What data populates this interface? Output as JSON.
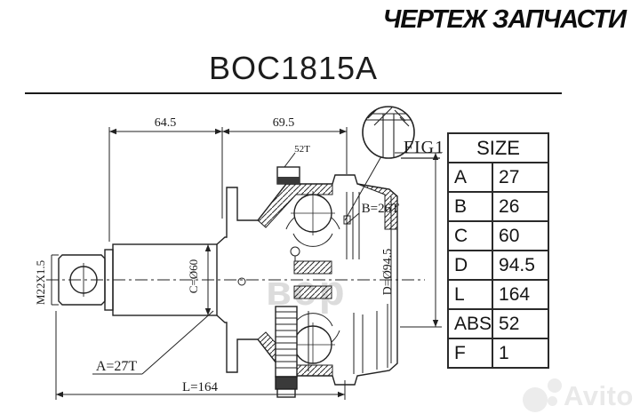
{
  "header": {
    "site_title": "ЧЕРТЕЖ ЗАПЧАСТИ",
    "part_number": "BOC1815A"
  },
  "drawing": {
    "dim_top_left": "64.5",
    "dim_top_right": "69.5",
    "fig_label": "FIG1",
    "abs_teeth": "52T",
    "spline_b": "B=26T",
    "diameter_d": "D=Ø94.5",
    "diameter_c": "C=Ø60",
    "thread": "M22X1.5",
    "spline_a": "A=27T",
    "length": "L=164"
  },
  "size_table": {
    "title": "SIZE",
    "rows": [
      {
        "label": "A",
        "value": "27"
      },
      {
        "label": "B",
        "value": "26"
      },
      {
        "label": "C",
        "value": "60"
      },
      {
        "label": "D",
        "value": "94.5"
      },
      {
        "label": "L",
        "value": "164"
      },
      {
        "label": "ABS",
        "value": "52"
      },
      {
        "label": "F",
        "value": "1"
      }
    ]
  },
  "watermarks": {
    "center": "вср",
    "corner": "Avito"
  },
  "colors": {
    "line": "#222222",
    "background": "#ffffff",
    "watermark": "#dcdcdc"
  }
}
